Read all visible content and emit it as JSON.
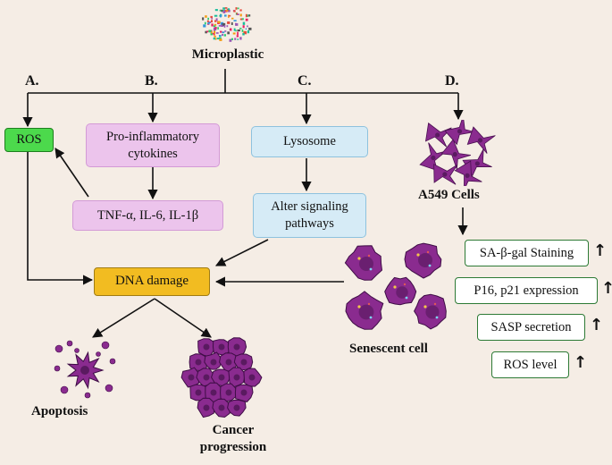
{
  "title": "Microplastic",
  "pathway_labels": {
    "a": "A.",
    "b": "B.",
    "c": "C.",
    "d": "D."
  },
  "boxes": {
    "ros": "ROS",
    "pro_inflammatory": "Pro-inflammatory cytokines",
    "cytokine_list": "TNF-α, IL-6, IL-1β",
    "lysosome": "Lysosome",
    "alter_signaling": "Alter signaling pathways",
    "dna_damage": "DNA damage"
  },
  "cell_labels": {
    "a549": "A549 Cells",
    "senescent": "Senescent cell",
    "apoptosis": "Apoptosis",
    "cancer": "Cancer progression"
  },
  "markers": [
    {
      "label": "SA-β-gal Staining",
      "trend": "↑"
    },
    {
      "label": "P16, p21 expression",
      "trend": "↑"
    },
    {
      "label": "SASP secretion",
      "trend": "↑"
    },
    {
      "label": "ROS level",
      "trend": "↑"
    }
  ],
  "colors": {
    "background": "#f5ede5",
    "ros_box": "#4cd94c",
    "cytokine_box": "#ecc4ec",
    "lysosome_box": "#d6ebf6",
    "dna_box": "#f2bc21",
    "cell_purple": "#8a2b8f"
  }
}
